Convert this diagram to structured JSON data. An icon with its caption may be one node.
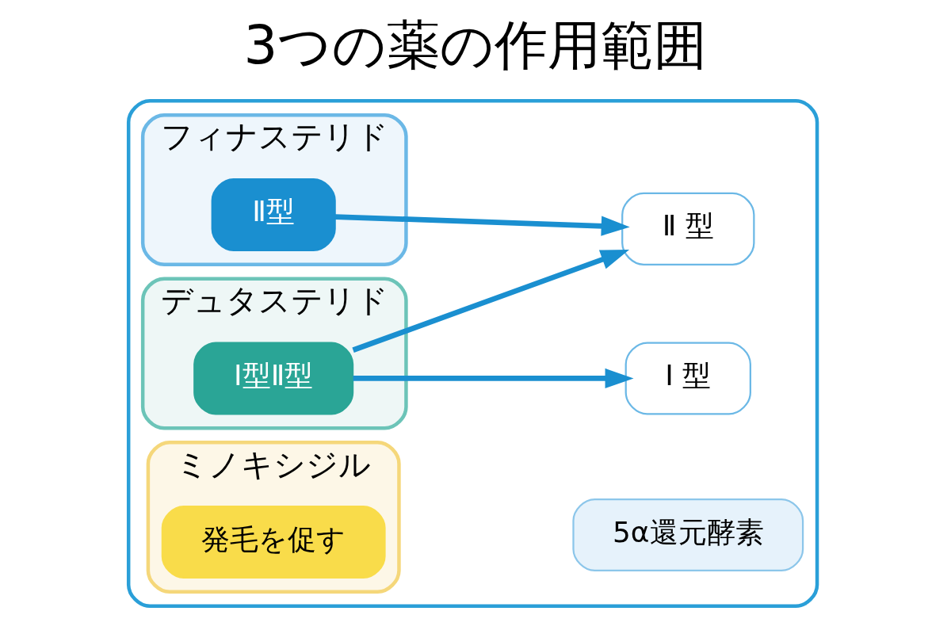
{
  "diagram": {
    "title": "3つの薬の作用範囲",
    "nodes": [
      {
        "text": [],
        "shape": "box"
      },
      {
        "text": [
          "5α還元酵素"
        ],
        "in": 0
      },
      {
        "text": [
          "Ⅰ 型"
        ],
        "in": 0
      },
      {
        "text": [
          "Ⅱ 型"
        ],
        "in": 0
      },
      {
        "text": [
          "フィナステリド"
        ],
        "in": 0
      },
      {
        "text": [
          "Ⅱ型"
        ],
        "in": 4
      },
      {
        "text": [
          "デュタステリド"
        ],
        "in": 0
      },
      {
        "text": [
          "Ⅰ型Ⅱ型"
        ],
        "in": 6
      },
      {
        "text": [
          "ミノキシジル"
        ],
        "in": 0
      },
      {
        "text": [
          "発毛を促す"
        ],
        "in": 8
      }
    ],
    "edges": [
      {
        "from": 5,
        "to": 3,
        "arrow": "to"
      },
      {
        "from": 7,
        "to": 2,
        "arrow": "to"
      },
      {
        "from": 7,
        "to": 3,
        "arrow": "to"
      }
    ]
  }
}
